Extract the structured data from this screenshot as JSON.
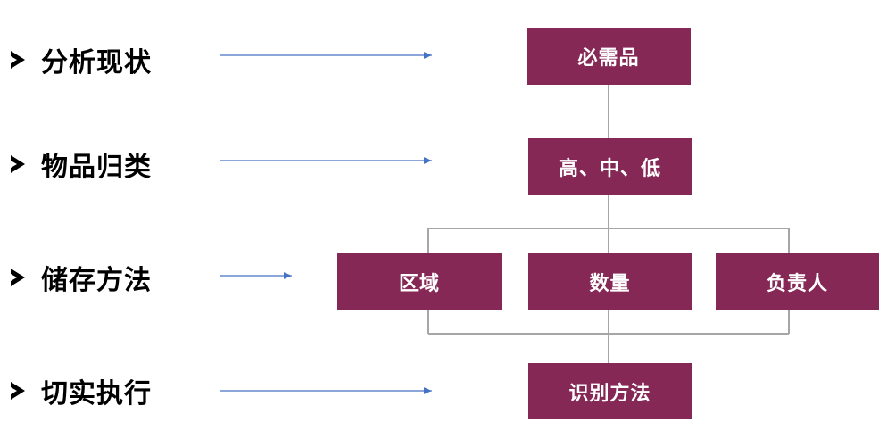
{
  "steps": [
    {
      "label": "分析现状"
    },
    {
      "label": "物品归类"
    },
    {
      "label": "储存方法"
    },
    {
      "label": "切实执行"
    }
  ],
  "boxes": {
    "necessities": "必需品",
    "levels": "高、中、低",
    "area": "区域",
    "quantity": "数量",
    "owner": "负责人",
    "identification": "识别方法"
  },
  "colors": {
    "box_fill": "#862855",
    "arrow": "#4472C4",
    "connector": "#A6A6A6",
    "text": "#000000"
  }
}
